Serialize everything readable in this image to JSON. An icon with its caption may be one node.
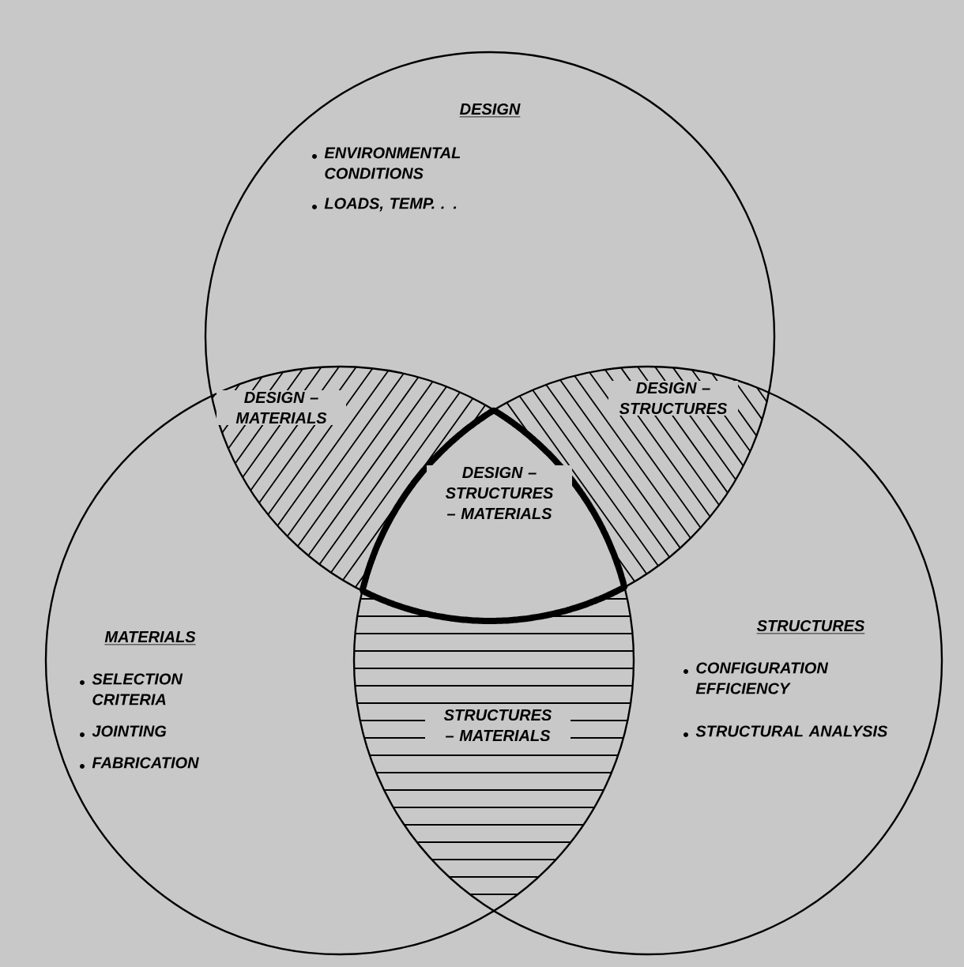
{
  "diagram": {
    "nodes": [
      {
        "text": [
          "DESIGN",
          "ENVIRONMENTAL CONDITIONS",
          "LOADS, TEMP. . ."
        ]
      },
      {
        "text": [
          "MATERIALS",
          "SELECTION CRITERIA",
          "JOINTING",
          "FABRICATION"
        ]
      },
      {
        "text": [
          "STRUCTURES",
          "CONFIGURATION EFFICIENCY",
          "STRUCTURAL ANALYSIS"
        ]
      }
    ],
    "labels": [
      "DESIGN – MATERIALS",
      "DESIGN – STRUCTURES",
      "DESIGN – STRUCTURES – MATERIALS",
      "STRUCTURES – MATERIALS"
    ]
  }
}
